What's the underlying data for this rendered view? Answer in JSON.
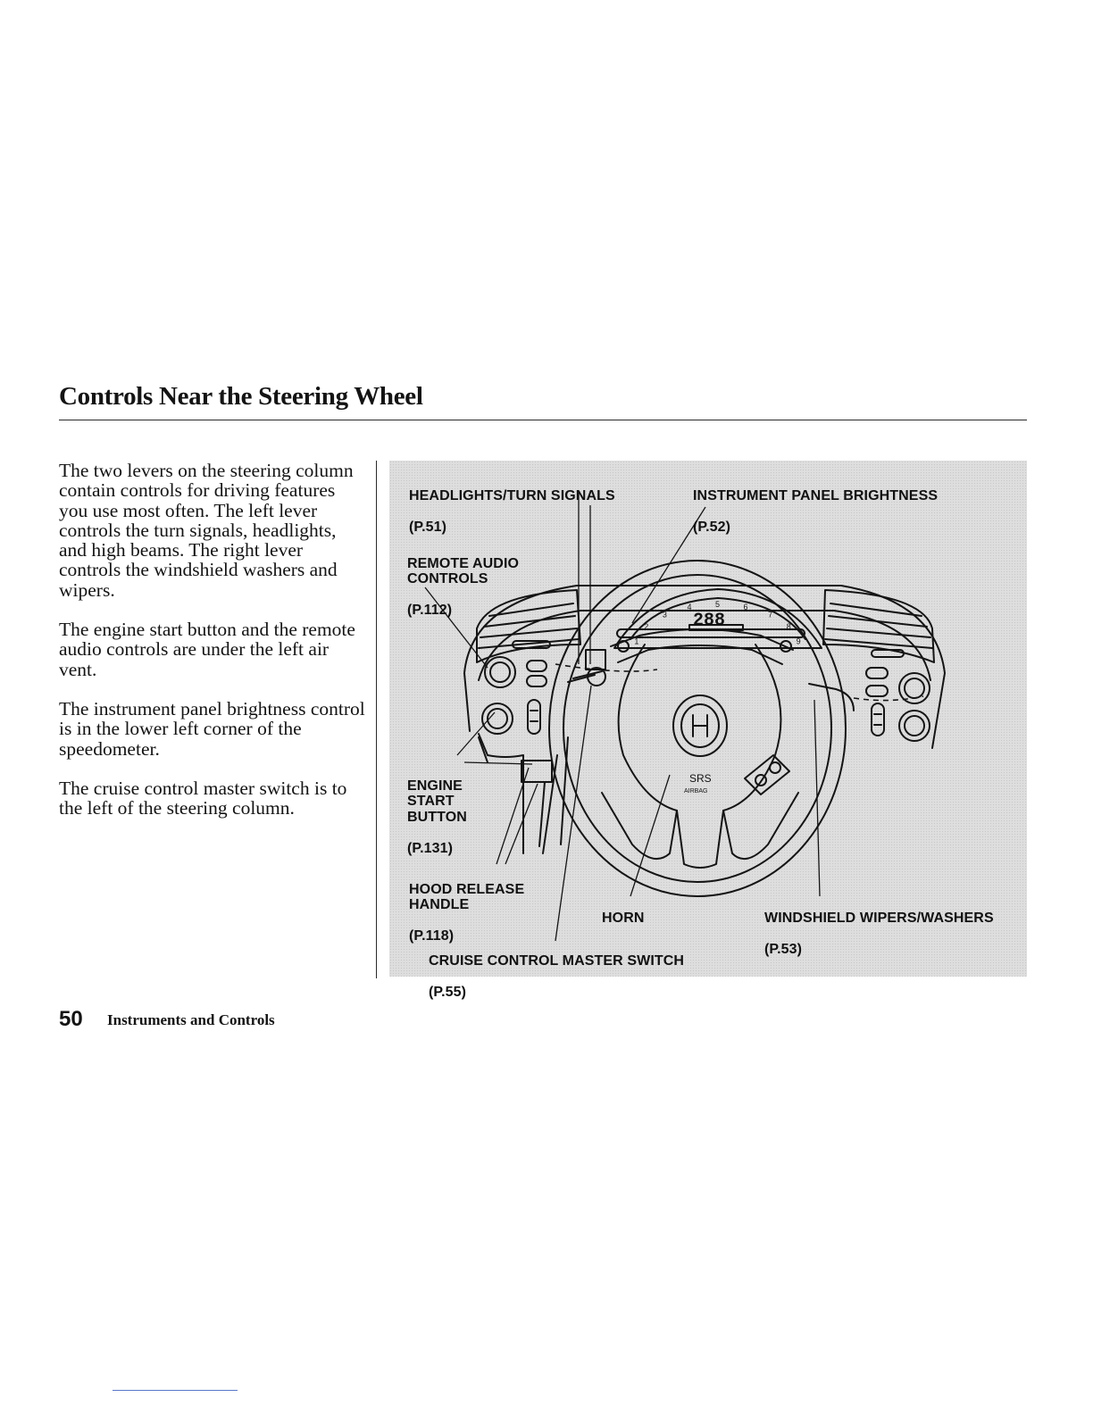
{
  "page": {
    "title": "Controls Near the Steering Wheel",
    "paragraphs": [
      "The two levers on the steering column contain controls for driving features you use most often. The left lever controls the turn signals, headlights, and high beams. The right lever controls the windshield washers and wipers.",
      "The engine start button and the remote audio controls are under the left air vent.",
      "The instrument panel brightness control is in the lower left corner of the speedometer.",
      "The cruise control master switch is to the left of the steering column."
    ],
    "footer": {
      "page_number": "50",
      "section": "Instruments and Controls"
    }
  },
  "figure": {
    "labels": {
      "headlights": {
        "name": "HEADLIGHTS/TURN SIGNALS",
        "ref": "(P.51)"
      },
      "brightness": {
        "name": "INSTRUMENT PANEL BRIGHTNESS",
        "ref": "(P.52)"
      },
      "audio": {
        "name": "REMOTE AUDIO\nCONTROLS",
        "ref": "(P.112)"
      },
      "engine": {
        "name": "ENGINE\nSTART\nBUTTON",
        "ref": "(P.131)"
      },
      "hood": {
        "name": "HOOD RELEASE\nHANDLE",
        "ref": "(P.118)"
      },
      "horn": {
        "name": "HORN"
      },
      "wipers": {
        "name": "WINDSHIELD WIPERS/WASHERS",
        "ref": "(P.53)"
      },
      "cruise": {
        "name": "CRUISE CONTROL MASTER SWITCH",
        "ref": "(P.55)"
      }
    },
    "gauge": {
      "digits": "288",
      "tach_numbers": [
        "1",
        "2",
        "3",
        "4",
        "5",
        "6",
        "7",
        "8",
        "9"
      ]
    },
    "airbag_text": {
      "srs": "SRS",
      "airbag": "AIRBAG"
    }
  }
}
